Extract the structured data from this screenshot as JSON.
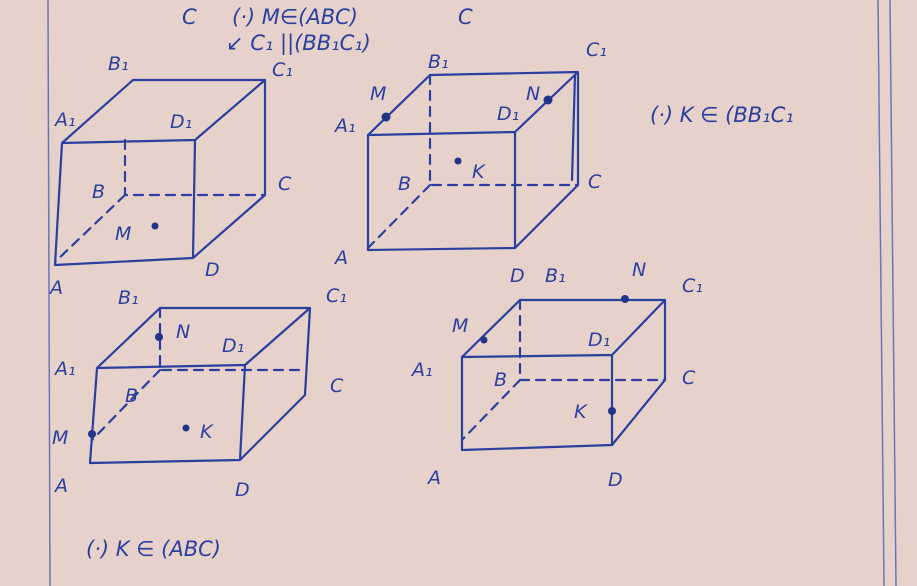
{
  "notes": {
    "top_c_left": "C",
    "top_c_mid": "C",
    "stmt_cube1": "(·) M∈(ABC)",
    "arrow_note": "↙ C₁ ||(BB₁C₁)",
    "stmt_cube2": "(·) K ∈ (BB₁C₁",
    "stmt_cube3": "(·) K ∈ (ABC)"
  },
  "cube1": {
    "B1": "B₁",
    "C1": "C₁",
    "A1": "A₁",
    "D1": "D₁",
    "B": "B",
    "C": "C",
    "D": "D",
    "A": "A",
    "M": "M"
  },
  "cube2": {
    "B1": "B₁",
    "C1": "C₁",
    "A1": "A₁",
    "D1": "D₁",
    "B": "B",
    "C": "C",
    "D": "D",
    "A": "A",
    "M": "M",
    "N": "N",
    "K": "K"
  },
  "cube3": {
    "B1": "B₁",
    "C1": "C₁",
    "A1": "A₁",
    "D1": "D₁",
    "B": "B",
    "C": "C",
    "D": "D",
    "A": "A",
    "M": "M",
    "N": "N",
    "K": "K"
  },
  "cube4": {
    "B1": "B₁",
    "C1": "C₁",
    "A1": "A₁",
    "D1": "D₁",
    "B": "B",
    "C": "C",
    "D": "D",
    "A": "A",
    "M": "M",
    "N": "N",
    "K": "K"
  },
  "colors": {
    "paper": "#e6d2cb",
    "ink": "#2b3f9e"
  }
}
